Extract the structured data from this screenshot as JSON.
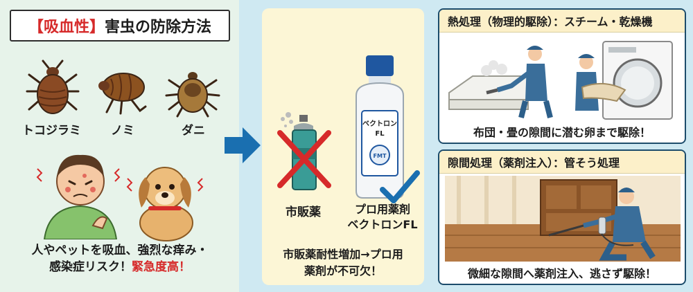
{
  "left_panel": {
    "title_bracket": "【吸血性】",
    "title_rest": "害虫の防除方法",
    "pests": [
      "トコジラミ",
      "ノミ",
      "ダニ"
    ],
    "caption_line1": "人やペットを吸血、強烈な痒み・",
    "caption_line2_a": "感染症リスク！",
    "caption_line2_b": "緊急度高！"
  },
  "middle_panel": {
    "commercial_label": "市販薬",
    "bottle_label_line1": "ベクトロン",
    "bottle_label_line2": "FL",
    "bottle_emblem": "FMT",
    "pro_label_line1": "プロ用薬剤",
    "pro_label_line2": "ベクトロンFL",
    "caption_line1": "市販薬耐性増加→プロ用",
    "caption_line2": "薬剤が不可欠！"
  },
  "card_heat": {
    "title": "熱処理（物理的駆除）：スチーム・乾燥機",
    "caption": "布団・畳の隙間に潜む卵まで駆除！"
  },
  "card_gap": {
    "title": "隙間処理（薬剤注入）：管そう処理",
    "caption": "微細な隙間へ薬剤注入、逃さず駆除！"
  },
  "colors": {
    "accent_red": "#d62a2a",
    "arrow_blue": "#1a6fb0",
    "check_blue": "#1a6fb0",
    "card_border": "#1c4c6b"
  }
}
